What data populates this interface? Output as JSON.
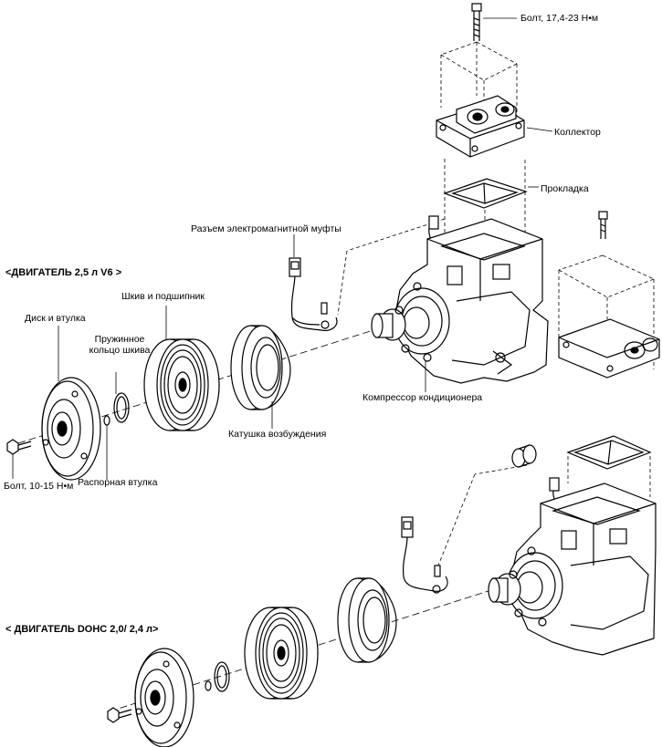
{
  "diagram": {
    "headers": {
      "engine_v6": "<ДВИГАТЕЛЬ 2,5 л V6 >",
      "engine_dohc": "< ДВИГАТЕЛЬ DOHC 2,0/ 2,4 л>"
    },
    "labels": {
      "bolt_top": "Болт, 17,4-23 Н•м",
      "collector": "Коллектор",
      "gasket": "Прокладка",
      "connector": "Разъем электромагнитной муфты",
      "pulley": "Шкив и подшипник",
      "disc": "Диск и втулка",
      "snap_ring": "Пружинное кольцо шкива",
      "compressor": "Компрессор кондиционера",
      "coil": "Катушка возбуждения",
      "bolt_bottom": "Болт, 10-15 Н•м",
      "spacer": "Распорная втулка"
    }
  }
}
